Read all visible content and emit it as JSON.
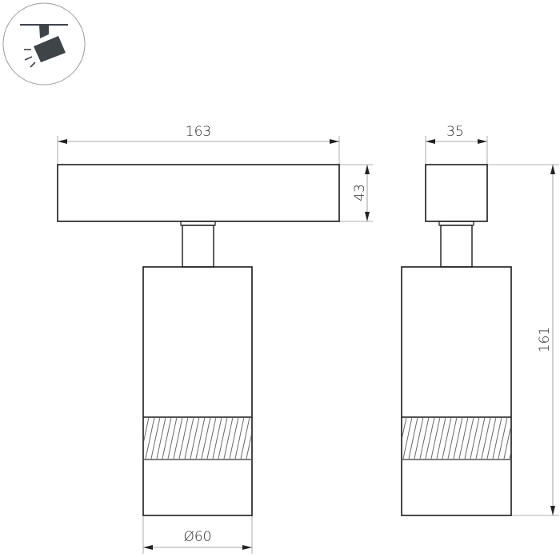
{
  "icon": {
    "name": "track-spotlight-icon",
    "circle_stroke": "#9a9a9a",
    "fill": "#3f4449"
  },
  "front_view": {
    "width_dim": "163",
    "mount_height_dim": "43",
    "diameter_dim": "Ø60"
  },
  "side_view": {
    "width_dim": "35",
    "total_height_dim": "161"
  },
  "colors": {
    "outline": "#1a1a1a",
    "dim_line": "#8a8a8a",
    "hatch": "#555555",
    "arrow": "#222222"
  }
}
